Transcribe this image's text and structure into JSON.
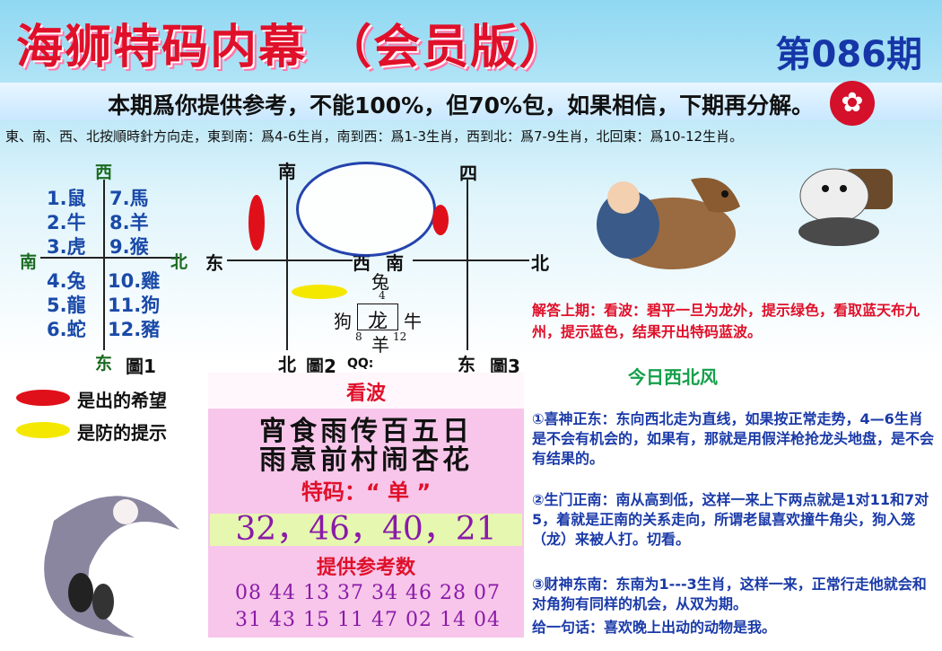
{
  "header": {
    "title": "海狮特码内幕 （会员版）",
    "issue": "第086期",
    "banner": "本期爲你提供参考，不能100%，但70%包，如果相信，下期再分解。",
    "rule": "東、南、西、北按順時針方向走，東到南：爲4-6生肖，南到西：爲1-3生肖，西到北：爲7-9生肖，北回東：爲10-12生肖。"
  },
  "diagram1": {
    "top": "西",
    "left": "南",
    "right": "北",
    "bottom": "东",
    "left_col": [
      "1.鼠",
      "2.牛",
      "3.虎",
      "4.兔",
      "5.龍",
      "6.蛇"
    ],
    "right_col": [
      "7.馬",
      "8.羊",
      "9.猴",
      "10.雞",
      "11.狗",
      "12.豬"
    ],
    "caption": "圖1"
  },
  "diagram2": {
    "top": "南",
    "left": "东",
    "right": "西",
    "bottom": "北",
    "caption": "圖2",
    "qq": "QQ:",
    "center": {
      "top": "兔",
      "top_num": "4",
      "left": "狗",
      "middle": "龙",
      "right": "牛",
      "bottom": "羊",
      "bl_num": "8",
      "br_num": "12"
    }
  },
  "diagram3": {
    "top": "四",
    "left": "南",
    "right": "北",
    "bottom": "东",
    "caption": "圖3"
  },
  "legend": {
    "red": "是出的希望",
    "yellow": "是防的提示",
    "red_color": "#e0101a",
    "yellow_color": "#f5e800"
  },
  "kanbo": {
    "title": "看波",
    "line1": "宵食雨传百五日",
    "line2": "雨意前村闹杏花",
    "tema": "特码：“ 单 ”",
    "main_numbers": "32，46，40，21",
    "ref_title": "提供参考数",
    "ref_row1": "08 44 13 37 34 46 28 07",
    "ref_row2": "31 43 15 11 47 02 14 04"
  },
  "right": {
    "answer": "解答上期：看波：碧平一旦为龙外，提示绿色，看取蓝天布九州，提示蓝色，结果开出特码蓝波。",
    "wind": "今日西北风",
    "p1": "①喜神正东：东向西北走为直线，如果按正常走势，4—6生肖是不会有机会的，如果有，那就是用假洋枪抢龙头地盘，是不会有结果的。",
    "p2": "②生门正南：南从高到低，这样一来上下两点就是1对11和7对5，着就是正南的关系走向，所谓老鼠喜欢撞牛角尖，狗入笼（龙）来被人打。切看。",
    "p3": "③财神东南：东南为1---3生肖，这样一来，正常行走他就会和对角狗有同样的机会，从双为期。",
    "sentence": "给一句话：喜欢晚上出动的动物是我。"
  }
}
